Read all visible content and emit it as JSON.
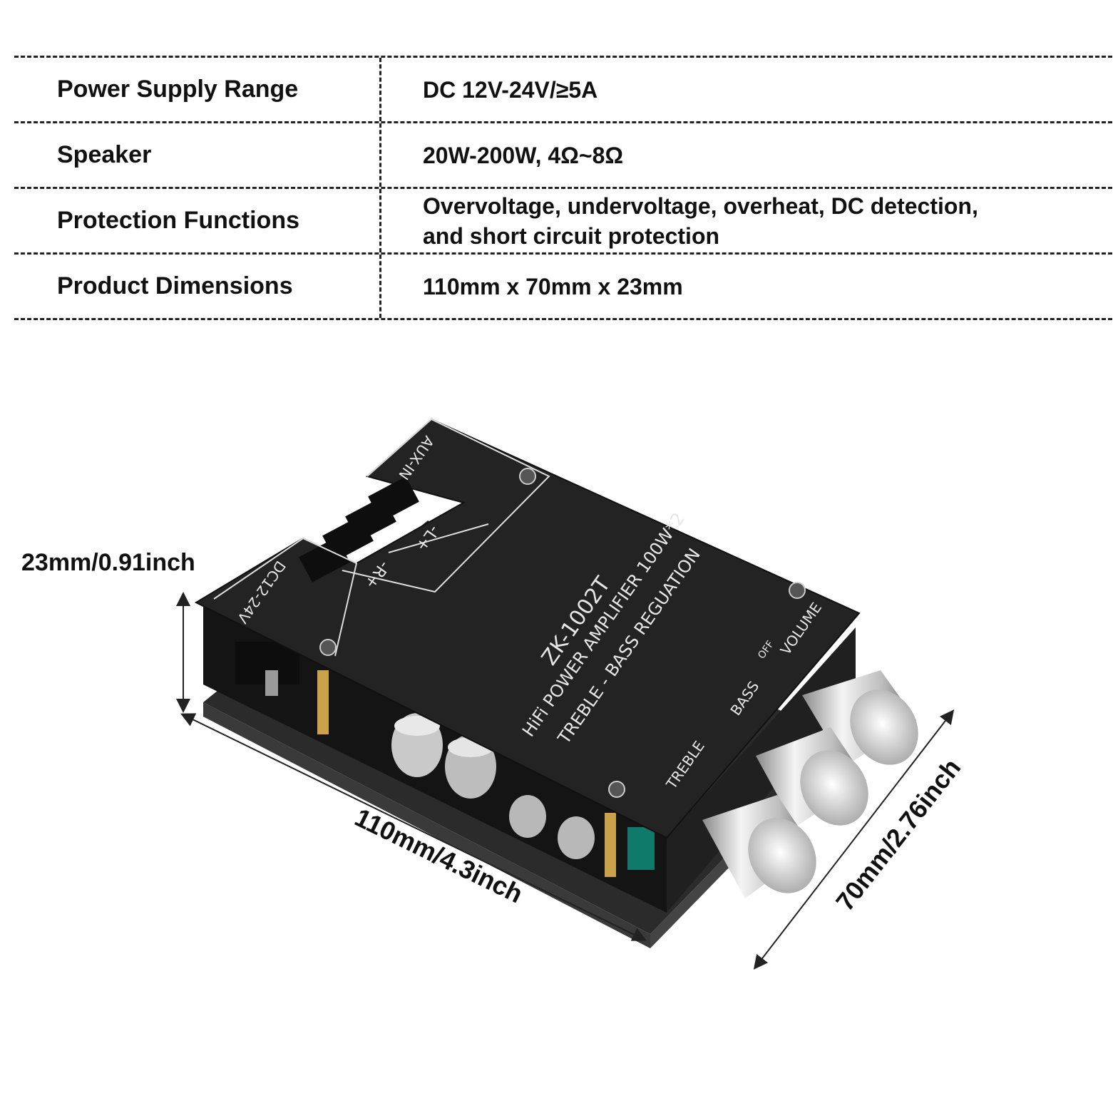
{
  "specs": [
    {
      "label": "Power Supply Range",
      "value": "DC 12V-24V/≥5A"
    },
    {
      "label": "Speaker",
      "value": "20W-200W, 4Ω~8Ω"
    },
    {
      "label": "Protection Functions",
      "value_lines": [
        "Overvoltage, undervoltage, overheat, DC detection,",
        "and short circuit protection"
      ]
    },
    {
      "label": "Product Dimensions",
      "value": "110mm x 70mm x 23mm"
    }
  ],
  "dimensions": {
    "height": "23mm/0.91inch",
    "length": "110mm/4.3inch",
    "width": "70mm/2.76inch"
  },
  "board": {
    "model": "ZK-1002T",
    "line1": "HiFi POWER AMPLIFIER 100W*2",
    "line2": "TREBLE - BASS REGUATION",
    "aux": "AUX-IN",
    "dc": "DC12-24V",
    "left": "-L+",
    "right": "-R+",
    "volume": "VOLUME",
    "off": "OFF",
    "bass": "BASS",
    "treble": "TREBLE"
  },
  "colors": {
    "board": "#1c1c1c",
    "panel": "#242424",
    "knob": "#d9d9d9",
    "line": "#222222"
  }
}
